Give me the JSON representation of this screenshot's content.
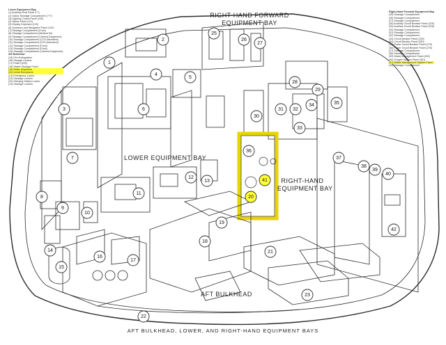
{
  "caption": "AFT BULKHEAD, LOWER, AND RIGHT-HAND EQUIPMENT BAYS",
  "bay_labels": {
    "right_hand_forward": [
      "RIGHT-HAND FORWARD",
      "EQUIPMENT BAY"
    ],
    "lower": "LOWER EQUIPMENT BAY",
    "right_hand": [
      "RIGHT-HAND",
      "EQUIPMENT BAY"
    ],
    "aft_bulkhead": "AFT BULKHEAD"
  },
  "legend_left": {
    "heading_lower": "Lower Equipment Bay",
    "lower_items": [
      "(1) Auxiliary Dust Panel (??)",
      "(2) Optics Stowage Compartment (???)",
      "(3) Lighting Control Panel (100)",
      "(4) Optics Panel (121)",
      "(5) Display Keyboard (140)",
      "(6) Guidance and Navigation Panel (122)",
      "(7) Stowage Compartment (Food)",
      "(8) Stowage Compartment (Medical Kit)",
      "(9) Stowage Compartment (Camera Equipment)",
      "(10) Stowage Compartment (CO2 Absorbers)",
      "(11) Stowage Compartment (CO2 Absorbers)",
      "(12) Stowage Compartment (Food)",
      "(13) Stowage Compartment (Food)",
      "(14) Stowage Compartment (Camera Equipment)"
    ],
    "heading_aft": "Aft Bulkhead",
    "aft_items": [
      "(15) Fire Extinguisher",
      "(16) Storage Lockers",
      "(17) Pallet (5/25)",
      "(18) Waste Stowage Panel",
      "(19) Water Dispenser",
      "(20) Urinal Receptacle",
      "(21) Emergency Locker",
      "(22) Stowage Lockers",
      "(23) Sleeping Station Locker",
      "(24) Stowage Lockers"
    ],
    "highlighted": [
      "(19) Water Dispenser",
      "(20) Urinal Receptacle"
    ]
  },
  "legend_right": {
    "heading": "Right-Hand Forward Equipment Bay",
    "items": [
      "(25) Stowage Compartment",
      "(26) Stowage Compartment",
      "(27) Stowage Compartment",
      "(28) Auxiliary Circuit Breaker Panel (229)",
      "(29) Auxiliary Circuit Breaker Panel (226)",
      "(30) Stowage Compartment",
      "(31) Stowage Compartment",
      "(32) Stowage Compartment",
      "(33) Circuit Breaker Panel (225)",
      "(34) Circuit Breaker Panel (250)",
      "(35) Power Circuit Breaker Panel (275)",
      "(36) Power Circuit Breaker Panel (276)",
      "(37) Stowage Compartment",
      "(38) Stowage Compartment",
      "(39) Waste Management Panel (252)",
      "(40) Oxygen System Panel (351)",
      "(41) Waste Management System Panel",
      "(42) Stowage Compartment"
    ],
    "highlighted": [
      "(41) Waste Management System Panel"
    ]
  },
  "callouts": [
    {
      "n": "1",
      "highlight": false
    },
    {
      "n": "2",
      "highlight": false
    },
    {
      "n": "3",
      "highlight": false
    },
    {
      "n": "4",
      "highlight": false
    },
    {
      "n": "5",
      "highlight": false
    },
    {
      "n": "6",
      "highlight": false
    },
    {
      "n": "7",
      "highlight": false
    },
    {
      "n": "8",
      "highlight": false
    },
    {
      "n": "9",
      "highlight": false
    },
    {
      "n": "10",
      "highlight": false
    },
    {
      "n": "11",
      "highlight": false
    },
    {
      "n": "12",
      "highlight": false
    },
    {
      "n": "13",
      "highlight": false
    },
    {
      "n": "14",
      "highlight": false
    },
    {
      "n": "15",
      "highlight": false
    },
    {
      "n": "16",
      "highlight": false
    },
    {
      "n": "17",
      "highlight": false
    },
    {
      "n": "18",
      "highlight": false
    },
    {
      "n": "19",
      "highlight": false
    },
    {
      "n": "20",
      "highlight": true
    },
    {
      "n": "21",
      "highlight": false
    },
    {
      "n": "22",
      "highlight": false
    },
    {
      "n": "23",
      "highlight": false
    },
    {
      "n": "25",
      "highlight": false
    },
    {
      "n": "26",
      "highlight": false
    },
    {
      "n": "27",
      "highlight": false
    },
    {
      "n": "28",
      "highlight": false
    },
    {
      "n": "29",
      "highlight": false
    },
    {
      "n": "30",
      "highlight": false
    },
    {
      "n": "31",
      "highlight": false
    },
    {
      "n": "32",
      "highlight": false
    },
    {
      "n": "33",
      "highlight": false
    },
    {
      "n": "34",
      "highlight": false
    },
    {
      "n": "35",
      "highlight": false
    },
    {
      "n": "36",
      "highlight": false
    },
    {
      "n": "37",
      "highlight": false
    },
    {
      "n": "38",
      "highlight": false
    },
    {
      "n": "39",
      "highlight": false
    },
    {
      "n": "40",
      "highlight": false
    },
    {
      "n": "41",
      "highlight": true
    },
    {
      "n": "42",
      "highlight": false
    }
  ],
  "colors": {
    "highlight": "#ffff33",
    "highlight_border": "#e8d400",
    "line": "#2a2a2a"
  }
}
